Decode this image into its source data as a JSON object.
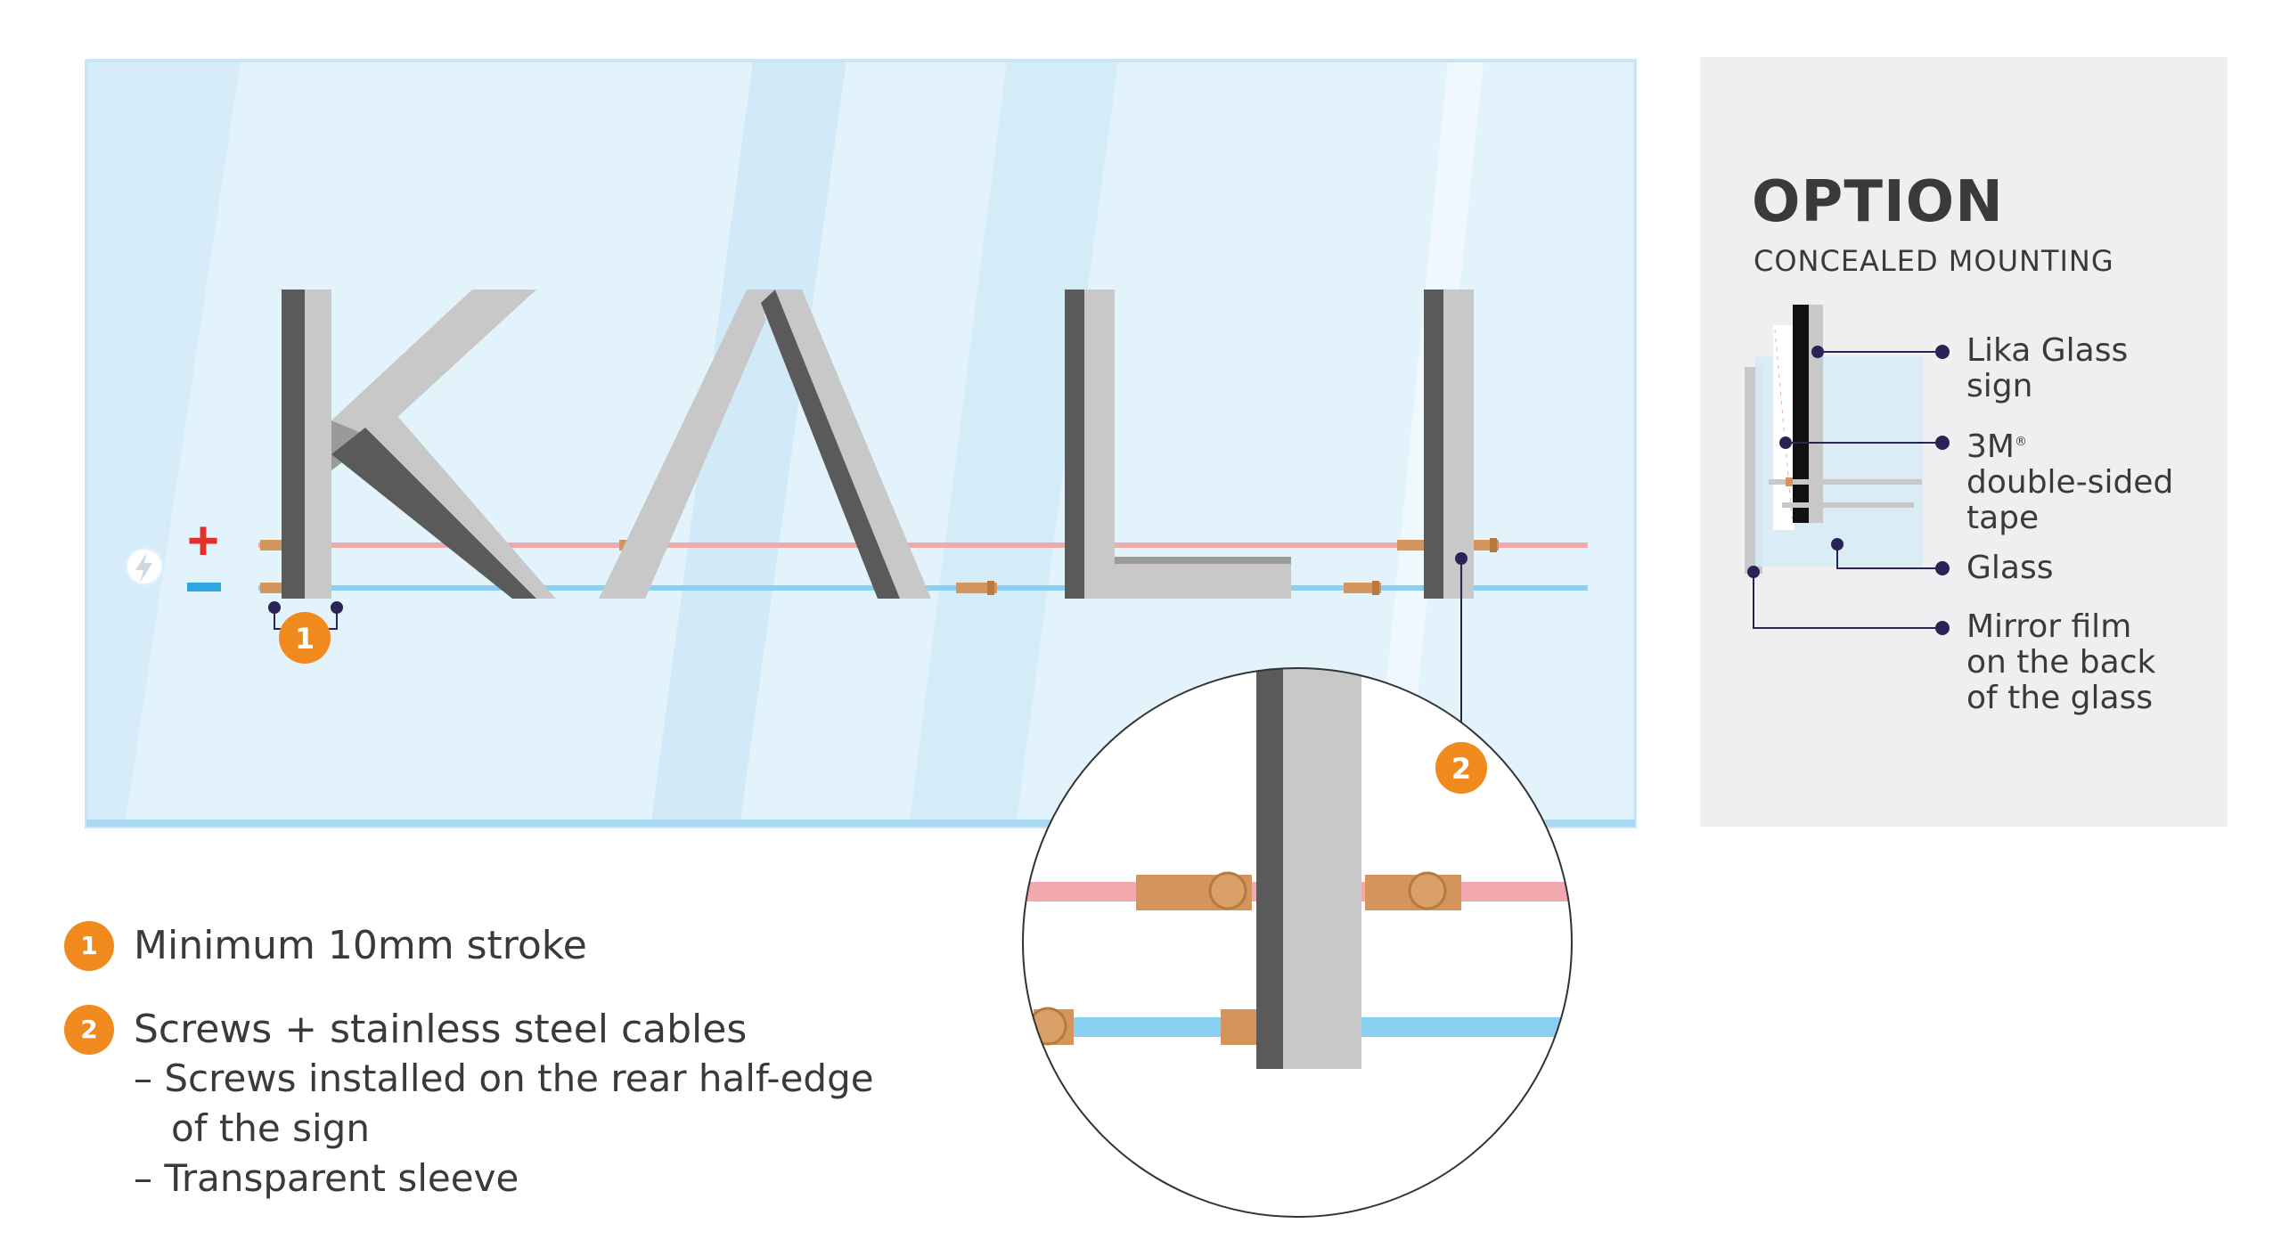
{
  "sign": {
    "letters": [
      "K",
      "Λ",
      "L",
      "I"
    ]
  },
  "polarity": {
    "plus": "+",
    "minus": "−"
  },
  "markers": {
    "one": "1",
    "two": "2"
  },
  "option": {
    "title": "OPTION",
    "subtitle": "CONCEALED MOUNTING",
    "labels": {
      "sign_line1": "Lika Glass",
      "sign_line2": "sign",
      "tape_main": "3M",
      "tape_reg": "®",
      "tape_line2": "double-sided",
      "tape_line3": "tape",
      "glass": "Glass",
      "mirror_line1": "Mirror film",
      "mirror_line2": "on the back",
      "mirror_line3": "of the glass"
    }
  },
  "legend": {
    "item1": {
      "num": "1",
      "text": "Minimum 10mm stroke"
    },
    "item2": {
      "num": "2",
      "text": "Screws + stainless steel cables",
      "sub1": "– Screws installed on the rear half-edge",
      "sub1b": "of the sign",
      "sub2": "– Transparent sleeve"
    }
  },
  "colors": {
    "glass": "#e3f3fc",
    "glass_edge": "#a9d8f3",
    "cable_positive": "#f2a9ae",
    "cable_negative": "#8ad0f2",
    "letter_front": "#c8c8c8",
    "letter_side": "#5a5a5a",
    "brass": "#d3955c",
    "marker": "#f08a1e",
    "panel_bg": "#efeff1",
    "dot": "#2a2456"
  }
}
